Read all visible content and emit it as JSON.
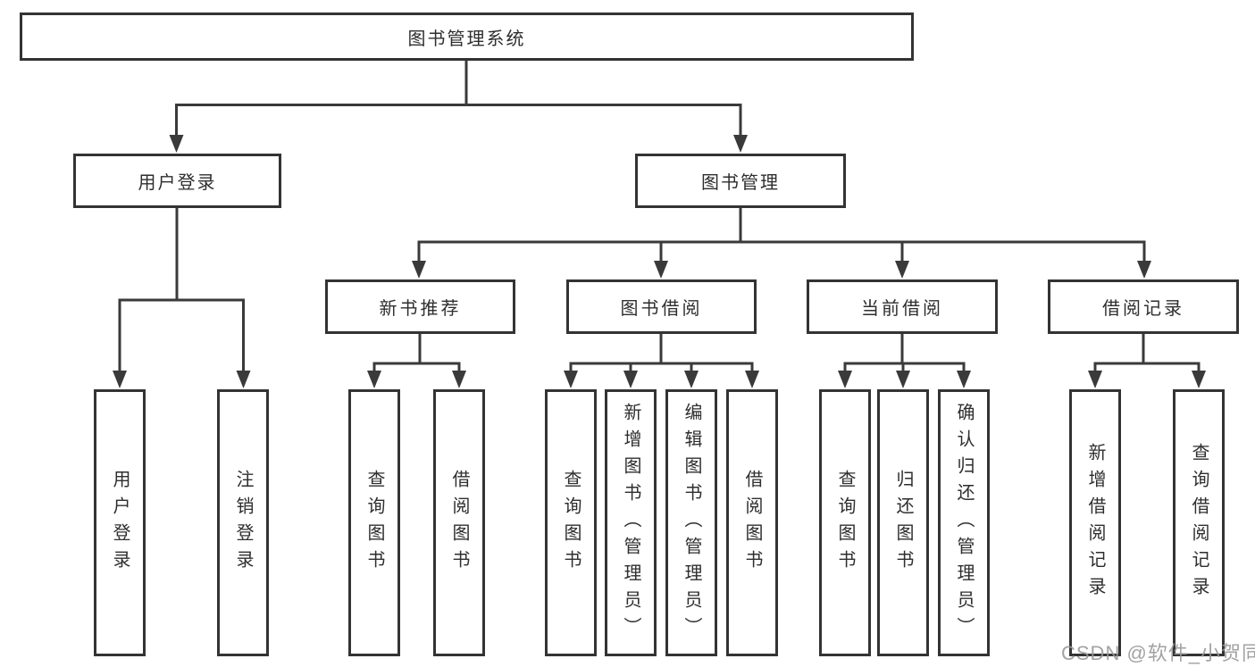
{
  "title": "图书管理系统",
  "nodes": {
    "user_login": "用户登录",
    "book_mgmt": "图书管理",
    "new_books": "新书推荐",
    "book_borrow": "图书借阅",
    "current_borrow": "当前借阅",
    "borrow_records": "借阅记录"
  },
  "leaves": {
    "user_login": [
      "用户登录",
      "注销登录"
    ],
    "new_books": [
      "查询图书",
      "借阅图书"
    ],
    "book_borrow": [
      "查询图书",
      "新增图书（管理员）",
      "编辑图书（管理员）",
      "借阅图书"
    ],
    "current_borrow": [
      "查询图书",
      "归还图书",
      "确认归还（管理员）"
    ],
    "borrow_records": [
      "新增借阅记录",
      "查询借阅记录"
    ]
  },
  "watermark": "CSDN @软件_小贺同学",
  "colors": {
    "line": "#3a3a3a",
    "box_border": "#333333",
    "text": "#2e2e2e",
    "watermark": "#989898",
    "background": "#ffffff"
  }
}
